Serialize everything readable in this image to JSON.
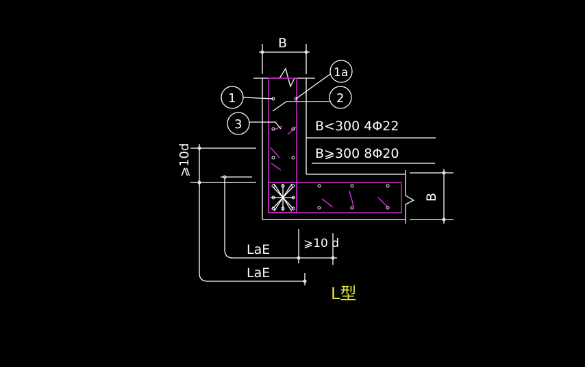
{
  "labels": {
    "dim_b_top": "B",
    "dim_b_right": "B",
    "callout_1": "1",
    "callout_1a": "1a",
    "callout_2": "2",
    "callout_3": "3",
    "note_lt300": "B<300 4Φ22",
    "note_ge300": "B⩾300 8Φ20",
    "dim_10d_left": "⩾10d",
    "dim_10d_bottom": "⩾10 d",
    "lae_upper": "LaE",
    "lae_lower": "LaE",
    "shape_title": "L型"
  },
  "colors": {
    "background": "#000000",
    "line": "#ffffff",
    "rebar": "#d02bd6",
    "title": "#e8e830"
  }
}
